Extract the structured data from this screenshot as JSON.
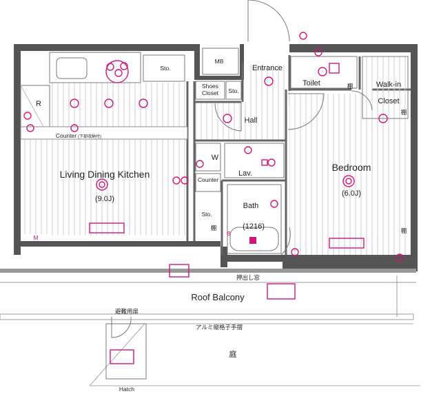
{
  "rooms": {
    "ldk": "Living Dining Kitchen",
    "ldk_size": "(9.0J)",
    "bedroom": "Bedroom",
    "bedroom_size": "(6.0J)",
    "hall": "Hall",
    "entrance": "Entrance",
    "toilet": "Toilet",
    "walkin_line1": "Walk-in",
    "walkin_line2": "Closet",
    "lav": "Lav.",
    "bath": "Bath",
    "bath_size": "(1216)",
    "roof_balcony": "Roof Balcony",
    "niwa": "庭"
  },
  "fixtures": {
    "mb": "MB",
    "sto_top": "Sto.",
    "shoes_line1": "Shoes",
    "shoes_line2": "Closet",
    "sto_small": "Sto.",
    "sto_side": "Sto.",
    "counter_kitchen": "Counter",
    "counter_note": "(下部収納付)",
    "counter_hall": "Counter",
    "washer": "W",
    "fridge": "R",
    "shelf": "棚",
    "hatch": "Hatch",
    "evac": "避難用扉",
    "push_window": "押出し窓",
    "handrail": "アルミ縦格子手摺",
    "m_label": "M",
    "b_label": "B"
  }
}
